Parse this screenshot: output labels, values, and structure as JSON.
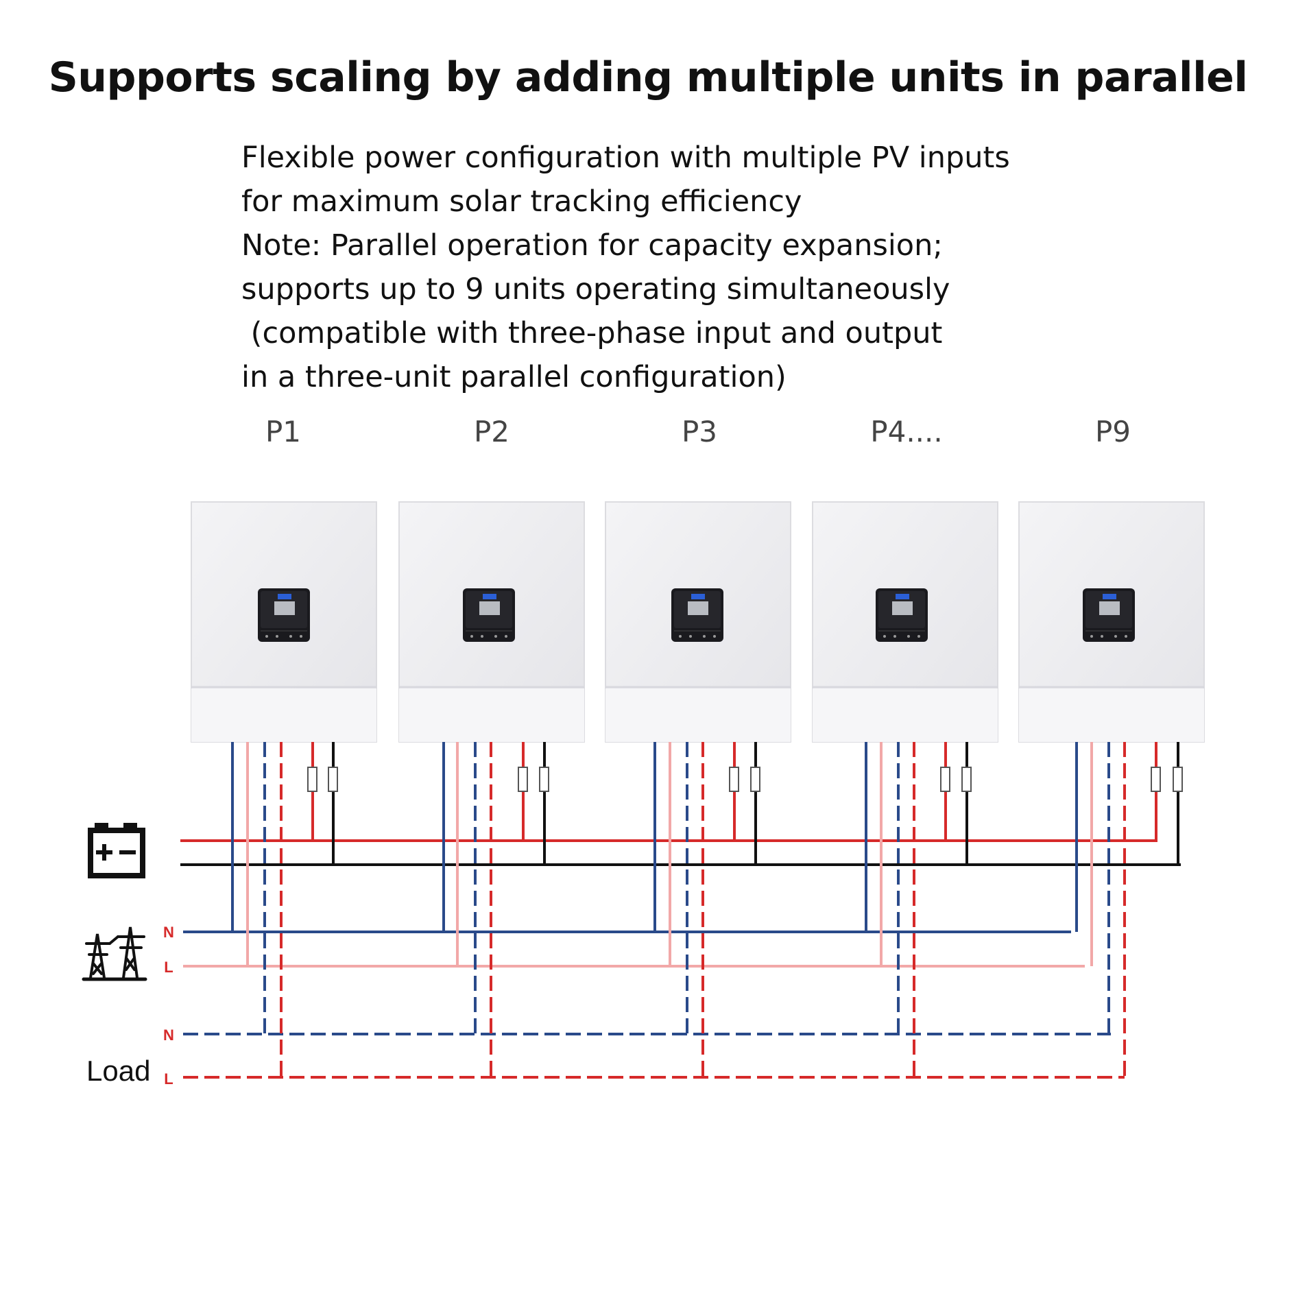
{
  "title": "Supports scaling by adding multiple units in parallel",
  "description": [
    "Flexible power configuration with multiple PV inputs",
    "for maximum solar tracking efficiency",
    "Note: Parallel operation for capacity expansion;",
    "supports up to 9 units operating simultaneously",
    " (compatible with three-phase input and output",
    "in a three-unit parallel configuration)"
  ],
  "units": [
    "P1",
    "P2",
    "P3",
    "P4....",
    "P9"
  ],
  "sources": {
    "battery_icon": "battery-icon",
    "grid_icon": "power-tower-icon",
    "grid_lines": [
      "N",
      "L"
    ],
    "load_label": "Load",
    "load_lines": [
      "N",
      "L"
    ]
  },
  "colors": {
    "battery_positive": "#d62a2a",
    "battery_negative": "#111111",
    "grid_neutral": "#2a4a8a",
    "grid_live": "#f2a8a8",
    "load_neutral": "#2a4a8a",
    "load_live": "#d62a2a",
    "line_letters": "#d62a2a"
  }
}
